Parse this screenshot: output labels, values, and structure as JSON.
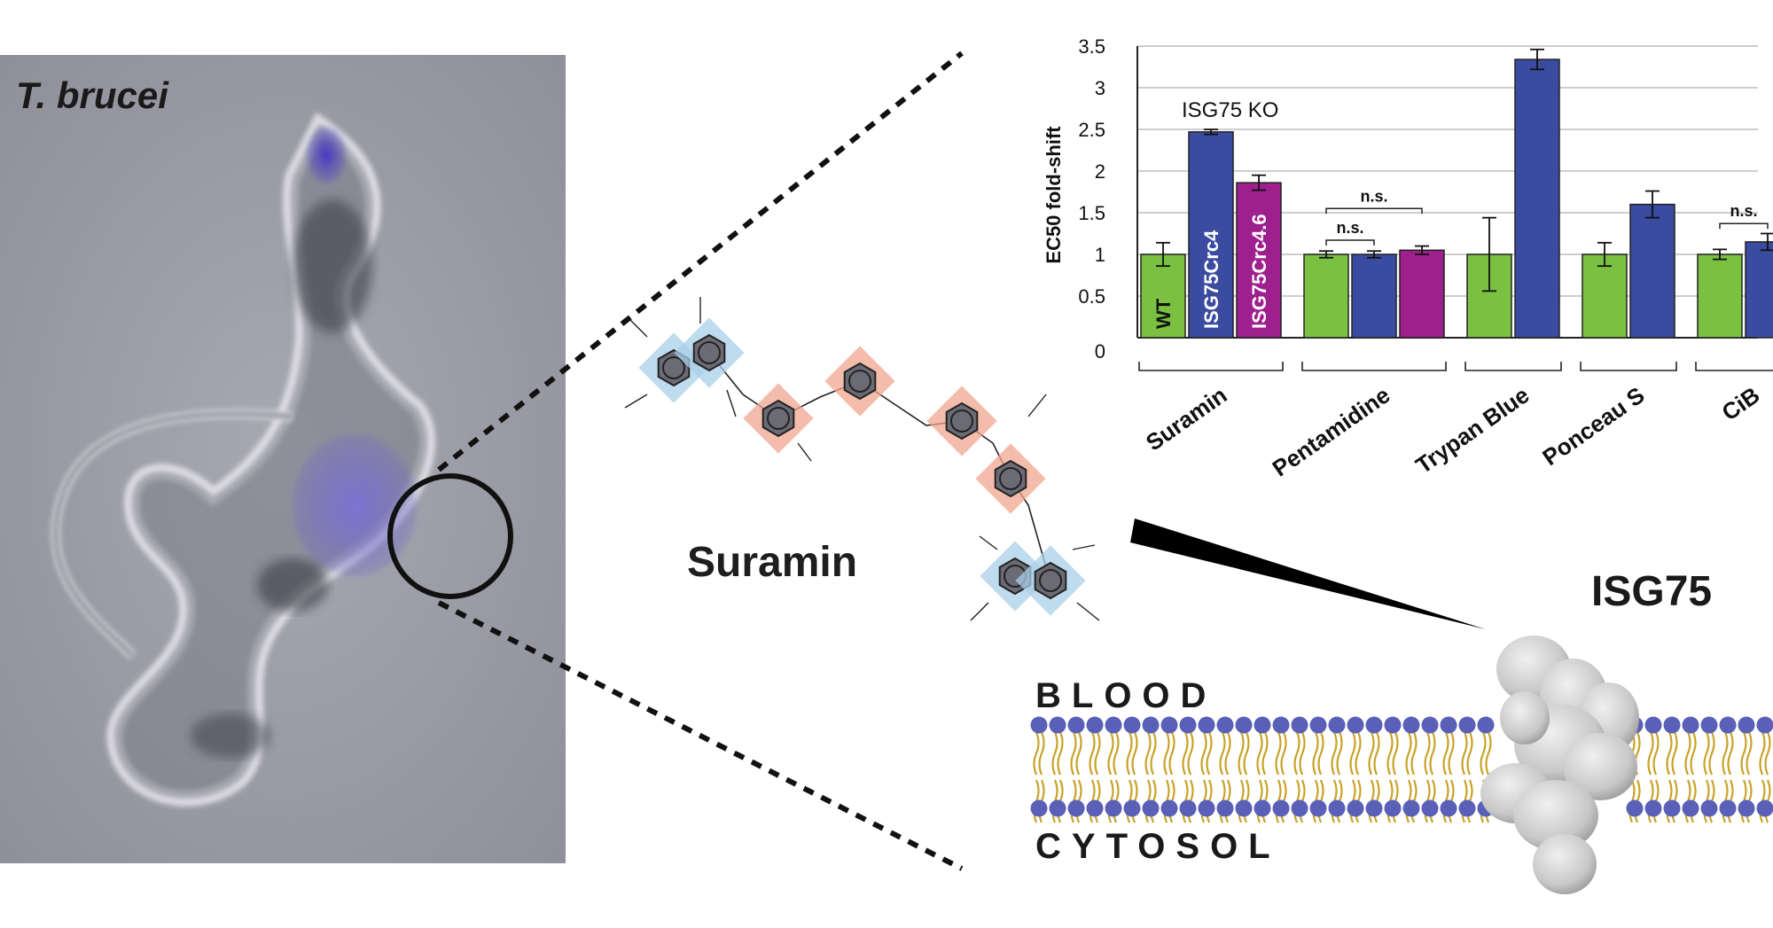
{
  "micrograph": {
    "label": "T. brucei"
  },
  "molecule": {
    "name": "Suramin"
  },
  "membrane": {
    "top_label": "BLOOD",
    "bottom_label": "CYTOSOL",
    "protein_label": "ISG75"
  },
  "colors": {
    "wt": "#7ac142",
    "crc4": "#3a4ba0",
    "crc46": "#9e1f8e",
    "aromatic_blue": "#a9cfe8",
    "aromatic_red": "#f0a58f",
    "lipid_head": "#5a5fb8",
    "lipid_tail": "#c9a227"
  },
  "chart_data": {
    "type": "bar",
    "ylabel": "EC50 fold-shift",
    "ylim": [
      0,
      3.5
    ],
    "yticks": [
      0,
      0.5,
      1,
      1.5,
      2,
      2.5,
      3,
      3.5
    ],
    "grid": true,
    "annotation": "ISG75 KO",
    "bar_labels": [
      "WT",
      "ISG75Crc4",
      "ISG75Crc4.6"
    ],
    "groups": [
      {
        "name": "Suramin",
        "bars": [
          {
            "series": "WT",
            "value": 1.0,
            "err": 0.14
          },
          {
            "series": "ISG75Crc4",
            "value": 2.47,
            "err": 0.03
          },
          {
            "series": "ISG75Crc4.6",
            "value": 1.86,
            "err": 0.09
          }
        ],
        "sig": []
      },
      {
        "name": "Pentamidine",
        "bars": [
          {
            "series": "WT",
            "value": 1.0,
            "err": 0.04
          },
          {
            "series": "ISG75Crc4",
            "value": 1.0,
            "err": 0.04
          },
          {
            "series": "ISG75Crc4.6",
            "value": 1.05,
            "err": 0.05
          }
        ],
        "sig": [
          {
            "from": 0,
            "to": 1,
            "label": "n.s.",
            "y": 1.17
          },
          {
            "from": 0,
            "to": 2,
            "label": "n.s.",
            "y": 1.55
          }
        ]
      },
      {
        "name": "Trypan Blue",
        "bars": [
          {
            "series": "WT",
            "value": 1.0,
            "err": 0.44
          },
          {
            "series": "ISG75Crc4",
            "value": 3.34,
            "err": 0.12
          }
        ],
        "sig": []
      },
      {
        "name": "Ponceau S",
        "bars": [
          {
            "series": "WT",
            "value": 1.0,
            "err": 0.14
          },
          {
            "series": "ISG75Crc4",
            "value": 1.6,
            "err": 0.16
          }
        ],
        "sig": []
      },
      {
        "name": "CiB",
        "bars": [
          {
            "series": "WT",
            "value": 1.0,
            "err": 0.06
          },
          {
            "series": "ISG75Crc4",
            "value": 1.15,
            "err": 0.1
          }
        ],
        "sig": [
          {
            "from": 0,
            "to": 1,
            "label": "n.s.",
            "y": 1.37
          }
        ]
      }
    ]
  }
}
